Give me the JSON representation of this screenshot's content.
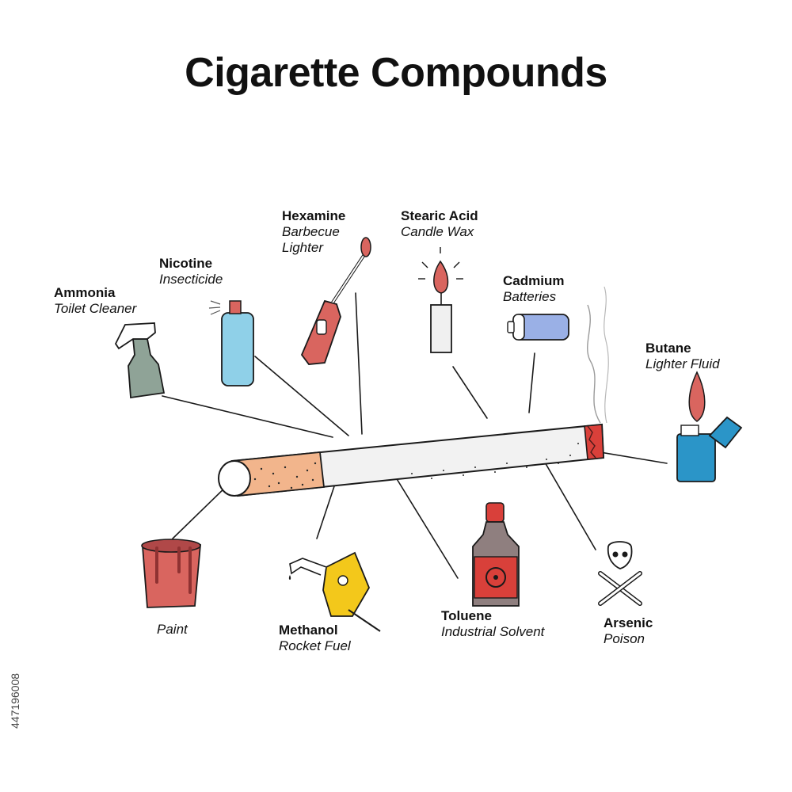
{
  "title": "Cigarette Compounds",
  "compounds": [
    {
      "name": "Ammonia",
      "use": "Toilet Cleaner",
      "icon": "spray-bottle-icon"
    },
    {
      "name": "Nicotine",
      "use": "Insecticide",
      "icon": "aerosol-can-icon"
    },
    {
      "name": "Hexamine",
      "use": "Barbecue Lighter",
      "icon": "barbecue-lighter-icon"
    },
    {
      "name": "Stearic Acid",
      "use": "Candle Wax",
      "icon": "candle-icon"
    },
    {
      "name": "Cadmium",
      "use": "Batteries",
      "icon": "battery-icon"
    },
    {
      "name": "Butane",
      "use": "Lighter Fluid",
      "icon": "lighter-icon"
    },
    {
      "name": "",
      "use": "Paint",
      "icon": "paint-can-icon"
    },
    {
      "name": "Methanol",
      "use": "Rocket Fuel",
      "icon": "fuel-nozzle-icon"
    },
    {
      "name": "Toluene",
      "use": "Industrial Solvent",
      "icon": "poison-bottle-icon"
    },
    {
      "name": "Arsenic",
      "use": "Poison",
      "icon": "skull-crossbones-icon"
    }
  ],
  "stock_id": "447196008",
  "colors": {
    "filter": "#f2b58c",
    "paper": "#f2f2f2",
    "ember": "#d9403a",
    "red": "#d9655f",
    "blue": "#8fd0e8",
    "lighter_blue": "#2b95c8",
    "green_gray": "#8fa397",
    "yellow": "#f3c81b",
    "battery_blue": "#9ab0e6",
    "brown": "#8f7f7f"
  }
}
